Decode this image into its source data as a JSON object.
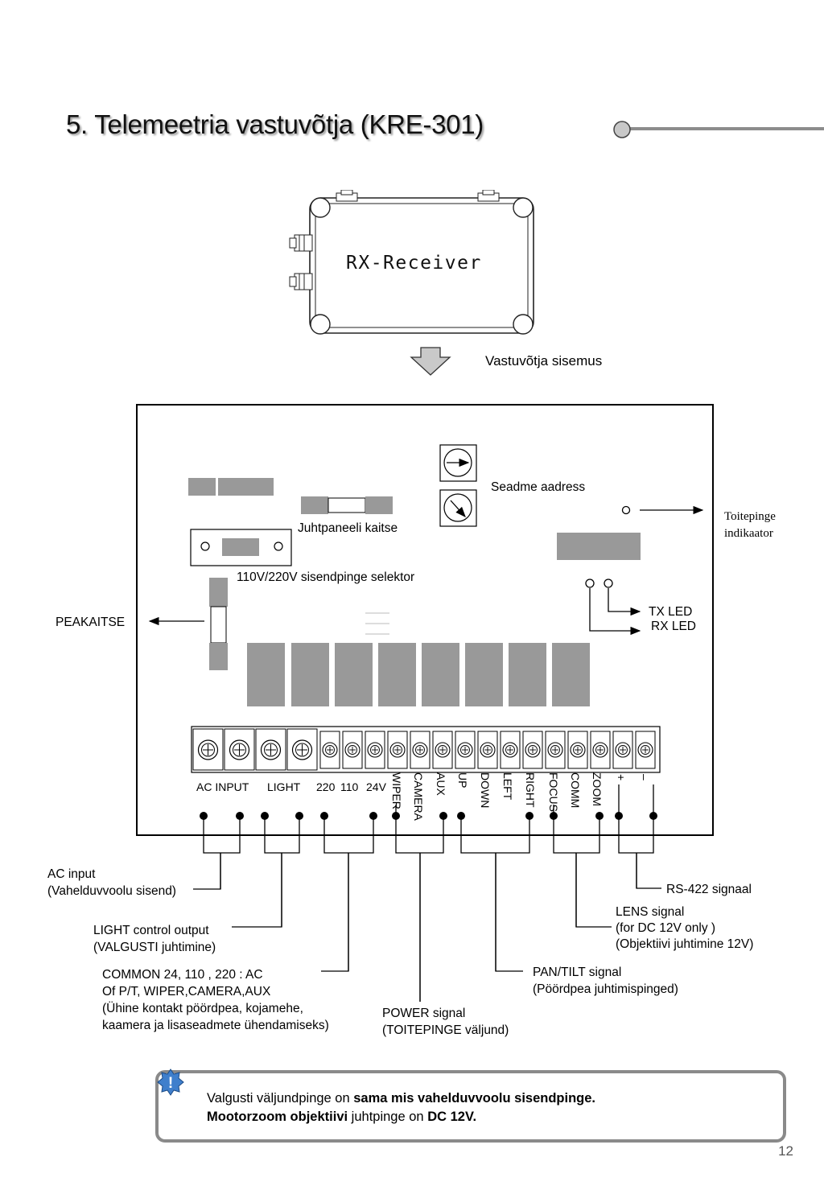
{
  "title": "5. Telemeetria vastuvõtja (KRE-301)",
  "receiver_label": "RX-Receiver",
  "inside_label": "Vastuvõtja sisemus",
  "board": {
    "address_label": "Seadme aadress",
    "fuse_label": "Juhtpaneeli kaitse",
    "selector_label": "110V/220V sisendpinge selektor",
    "main_fuse_label": "PEAKAITSE",
    "power_indicator_line1": "Toitepinge",
    "power_indicator_line2": "indikaator",
    "tx_led": "TX  LED",
    "rx_led": "RX  LED"
  },
  "terminals": {
    "ac_input": "AC INPUT",
    "light": "LIGHT",
    "v220": "220",
    "v110": "110",
    "v24": "24V",
    "vertical": [
      "WIPER",
      "CAMERA",
      "AUX",
      "UP",
      "DOWN",
      "LEFT",
      "RIGHT",
      "FOCUS",
      "COMM",
      "ZOOM",
      "+",
      "–"
    ]
  },
  "callouts": {
    "ac_input_1": "AC input",
    "ac_input_2": "(Vahelduvvoolu sisend)",
    "light_1": "LIGHT control output",
    "light_2": "(VALGUSTI juhtimine)",
    "common_1": "COMMON 24, 110 , 220 : AC",
    "common_2": "Of P/T, WIPER,CAMERA,AUX",
    "common_3": "(Ühine kontakt pöördpea, kojamehe,",
    "common_4": "kaamera ja lisaseadmete ühendamiseks)",
    "power_1": "POWER signal",
    "power_2": "(TOITEPINGE väljund)",
    "pantilt_1": "PAN/TILT signal",
    "pantilt_2": "(Pöördpea juhtimispinged)",
    "lens_1": "LENS signal",
    "lens_2": "(for DC 12V only )",
    "lens_3": "(Objektiivi juhtimine 12V)",
    "rs422": "RS-422 signaal"
  },
  "note": {
    "line1_plain": "Valgusti väljundpinge on ",
    "line1_bold": "sama mis vahelduvvoolu sisendpinge.",
    "line2_bold1": "Mootorzoom objektiivi",
    "line2_plain": " juhtpinge on ",
    "line2_bold2": "DC 12V.",
    "icon_symbol": "!"
  },
  "page_number": "12"
}
